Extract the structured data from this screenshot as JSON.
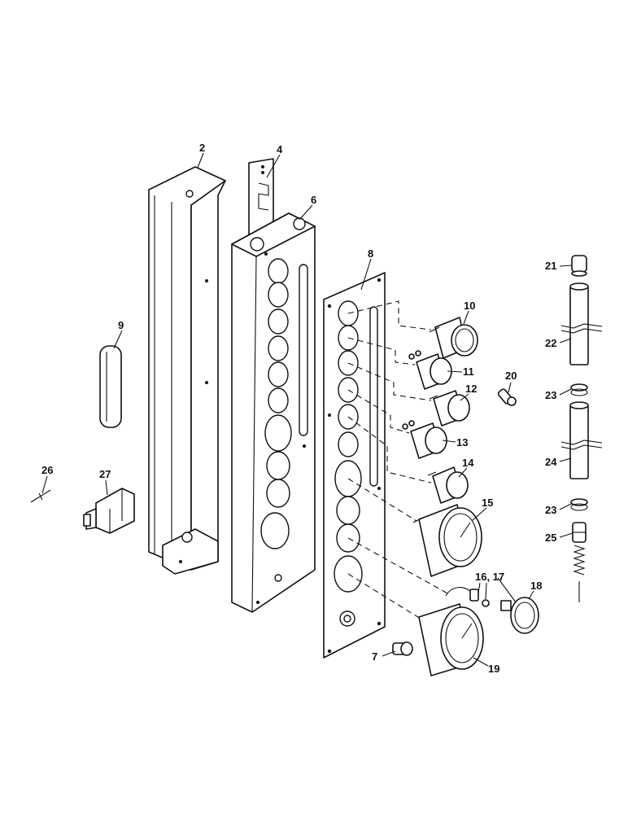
{
  "diagram": {
    "callouts": {
      "c2": "2",
      "c4": "4",
      "c6": "6",
      "c7": "7",
      "c8": "8",
      "c9": "9",
      "c10": "10",
      "c11": "11",
      "c12": "12",
      "c13": "13",
      "c14": "14",
      "c15": "15",
      "c16_17": "16, 17",
      "c18": "18",
      "c19": "19",
      "c20": "20",
      "c21": "21",
      "c22": "22",
      "c23a": "23",
      "c23b": "23",
      "c24": "24",
      "c25": "25",
      "c26": "26",
      "c27": "27"
    }
  },
  "colors": {
    "line": "#111111",
    "background": "#ffffff"
  }
}
